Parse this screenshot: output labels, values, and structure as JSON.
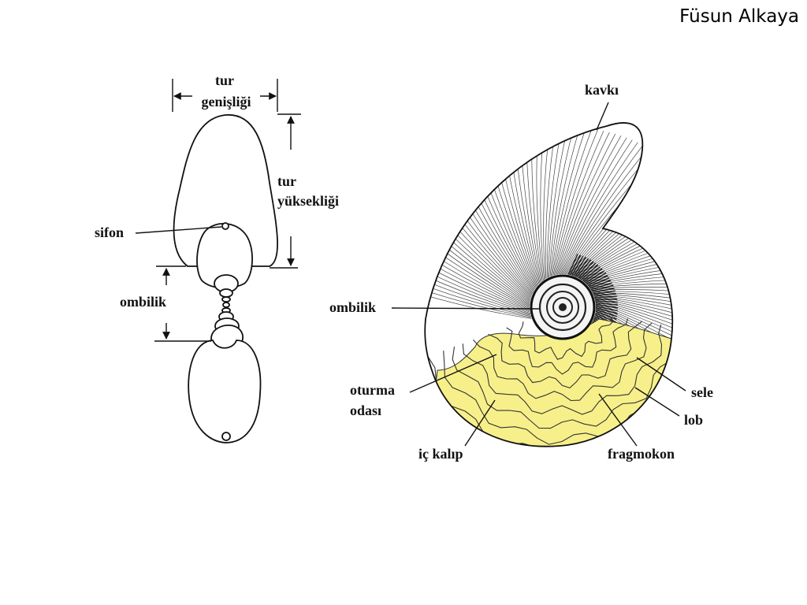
{
  "author": "Füsun Alkaya",
  "colors": {
    "inner_mold": "#f7f08a",
    "outline": "#111111",
    "background": "#ffffff"
  },
  "cross_section": {
    "labels": {
      "tur_line1": "tur",
      "tur_line2": "genişliği",
      "height_line1": "tur",
      "height_line2": "yüksekliği",
      "sifon": "sifon",
      "ombilik": "ombilik"
    }
  },
  "shell": {
    "labels": {
      "kavki": "kavkı",
      "ombilik": "ombilik",
      "oturma_line1": "oturma",
      "oturma_line2": "odası",
      "ic_kalip": "iç kalıp",
      "fragmokon": "fragmokon",
      "sele": "sele",
      "lob": "lob"
    }
  }
}
